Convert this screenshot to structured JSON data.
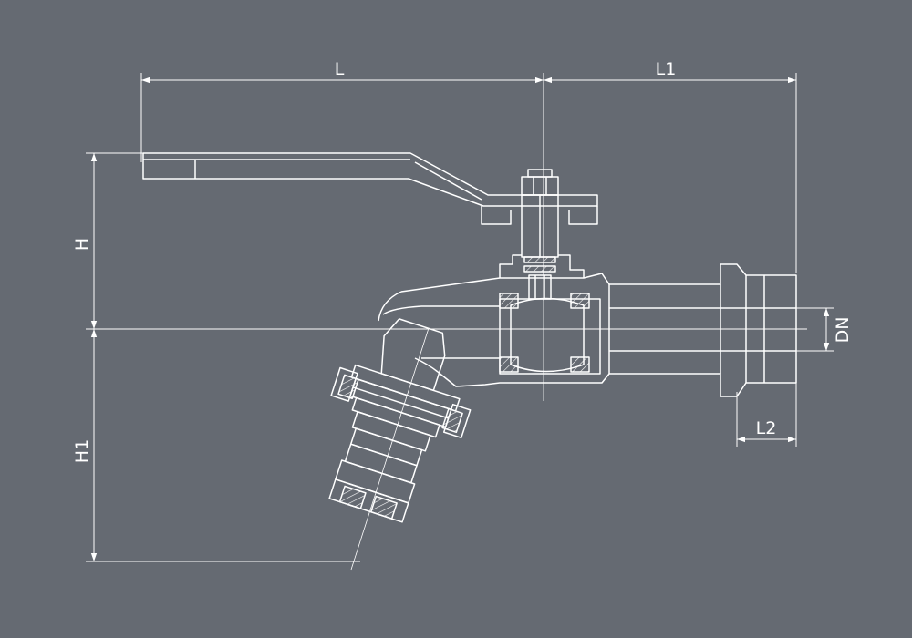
{
  "colors": {
    "background": "#656a72",
    "line": "#ffffff"
  },
  "dimensions": {
    "L": "L",
    "L1": "L1",
    "L2": "L2",
    "H": "H",
    "H1": "H1",
    "DN": "DN"
  }
}
